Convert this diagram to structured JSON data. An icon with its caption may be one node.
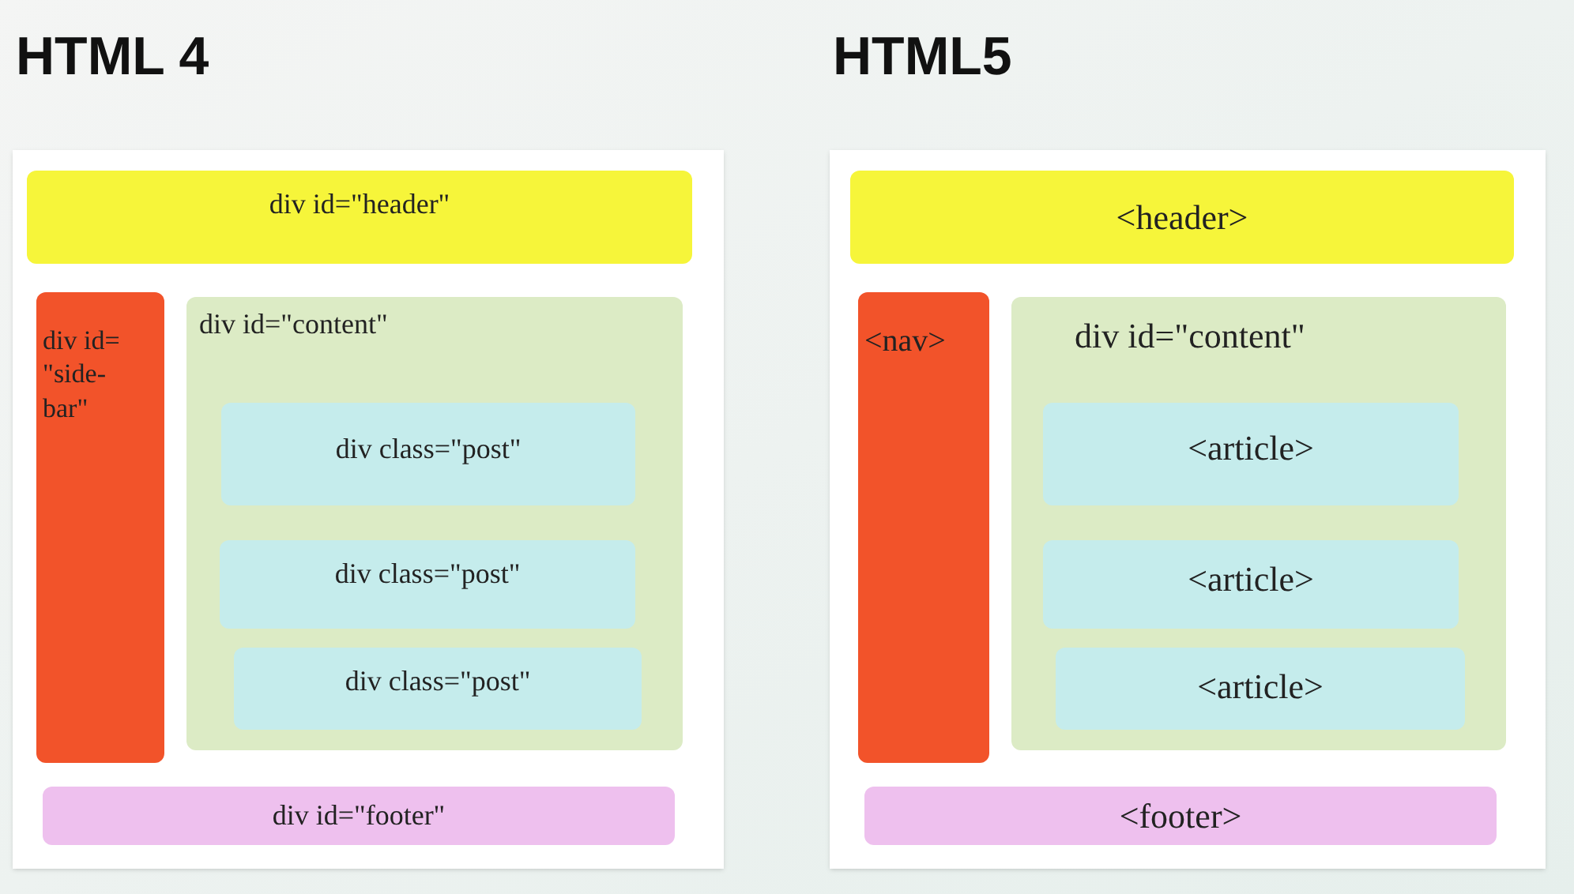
{
  "diagram": {
    "nodes": [
      {
        "text": [
          "HTML 4"
        ]
      },
      {
        "text": [
          "div id=\"header\""
        ],
        "in": 0
      },
      {
        "text": [
          "div id= \"side- bar\""
        ],
        "in": 0
      },
      {
        "text": [
          "div id=\"content\""
        ],
        "in": 0
      },
      {
        "text": [
          "div class=\"post\""
        ],
        "in": 3
      },
      {
        "text": [
          "div class=\"post\""
        ],
        "in": 3
      },
      {
        "text": [
          "div class=\"post\""
        ],
        "in": 3
      },
      {
        "text": [
          "div id=\"footer\""
        ],
        "in": 0
      },
      {
        "text": [
          "HTML5"
        ]
      },
      {
        "text": [
          "<header>"
        ],
        "in": 8
      },
      {
        "text": [
          "<nav>"
        ],
        "in": 8
      },
      {
        "text": [
          "div id=\"content\""
        ],
        "in": 8
      },
      {
        "text": [
          "<article>"
        ],
        "in": 11
      },
      {
        "text": [
          "<article>"
        ],
        "in": 11
      },
      {
        "text": [
          "<article>"
        ],
        "in": 11
      },
      {
        "text": [
          "<footer>"
        ],
        "in": 8
      }
    ]
  }
}
